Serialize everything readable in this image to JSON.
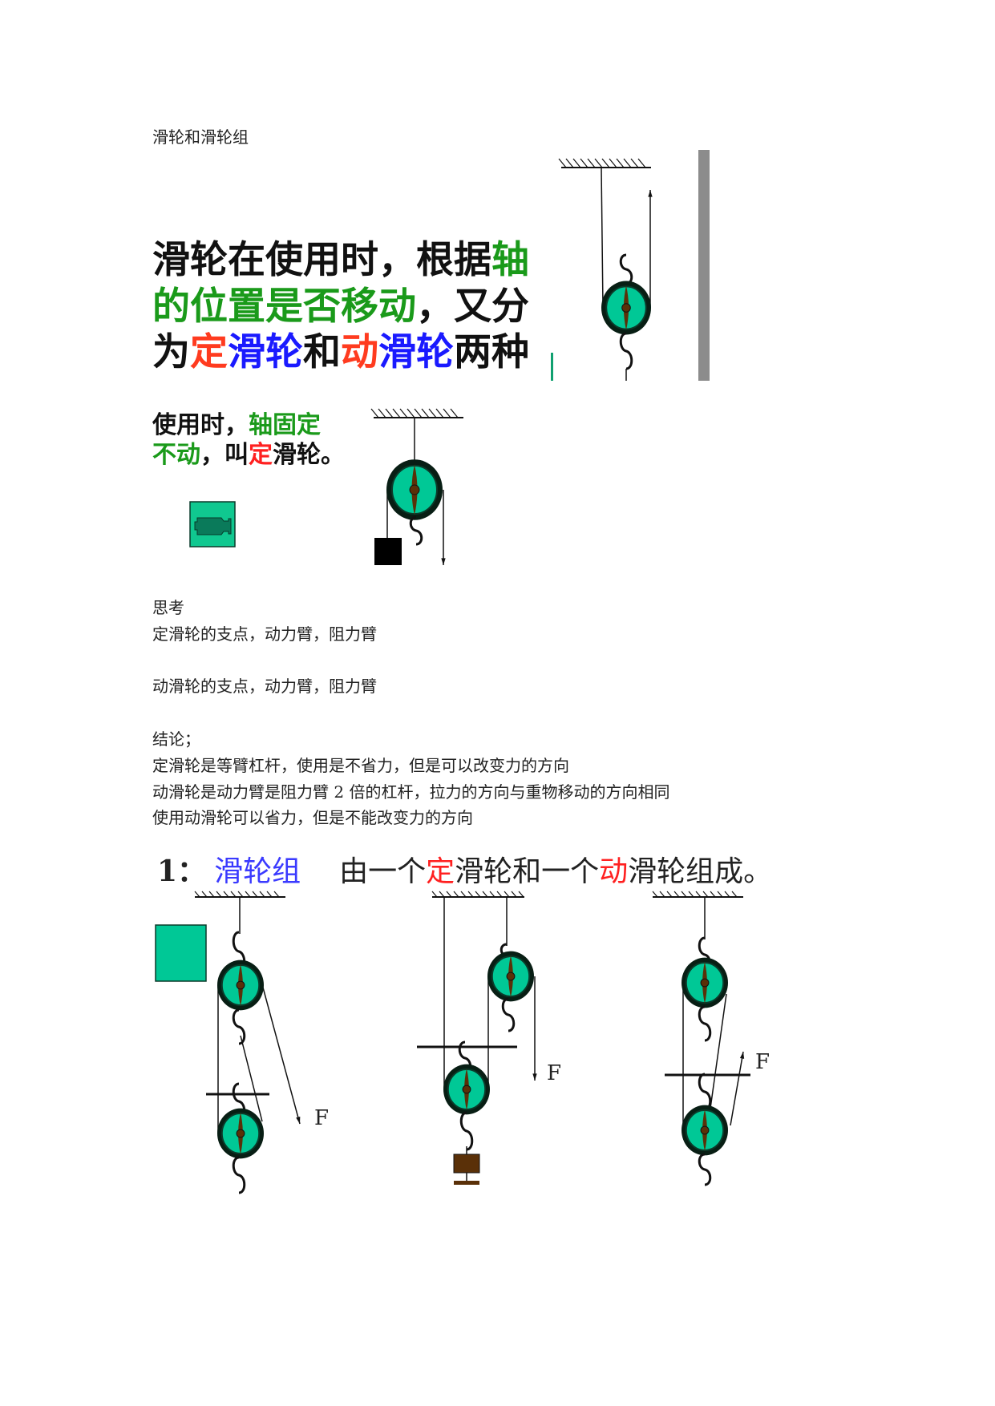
{
  "doc_title": "滑轮和滑轮组",
  "slide1": {
    "line1a": "滑轮在使用时，根据",
    "line1b": "轴",
    "line2a": "的位置是否移动",
    "line2b": "，又分",
    "line3": [
      "为",
      "定",
      "滑轮",
      "和",
      "动",
      "滑轮",
      "两种"
    ]
  },
  "slide2": {
    "line1a": "使用时，",
    "line1b": "轴固定",
    "line2a": "不动",
    "line2b": "，叫",
    "line2c": "定",
    "line2d": "滑轮。",
    "video_icon": "video-camera-icon"
  },
  "paragraphs": {
    "think": "思考",
    "q1": "定滑轮的支点，动力臂，阻力臂",
    "q2": "动滑轮的支点，动力臂，阻力臂",
    "conclusion": "结论；",
    "c1": "定滑轮是等臂杠杆，使用是不省力，但是可以改变力的方向",
    "c2": "动滑轮是动力臂是阻力臂 2 倍的杠杆，拉力的方向与重物移动的方向相同",
    "c3": "使用动滑轮可以省力，但是不能改变力的方向"
  },
  "slide3": {
    "num": "1：",
    "term": "滑轮组",
    "desc": [
      "由一个",
      "定",
      "滑轮和一个",
      "动",
      "滑轮组成。"
    ],
    "force_label": "F"
  },
  "colors": {
    "pulley_green": "#00c896",
    "brown": "#5a3008",
    "dark": "#0a2a1e"
  }
}
